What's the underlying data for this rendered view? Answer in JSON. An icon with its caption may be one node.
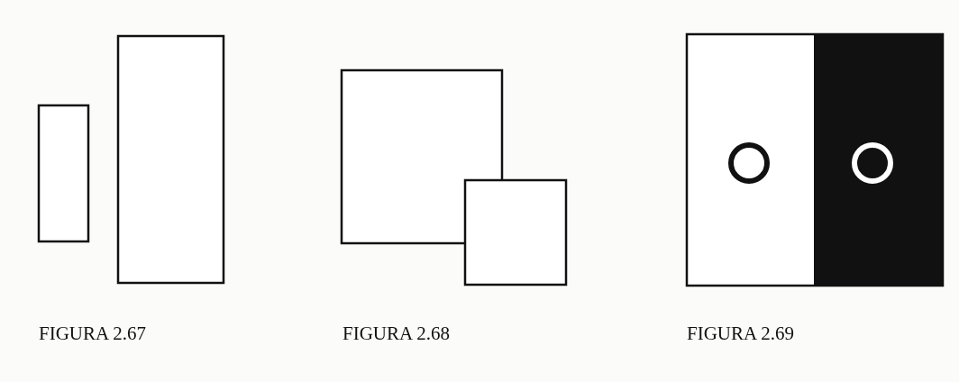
{
  "diagram": {
    "labels": [
      "FIGURA 2.67",
      "FIGURA 2.68",
      "FIGURA 2.69"
    ]
  }
}
